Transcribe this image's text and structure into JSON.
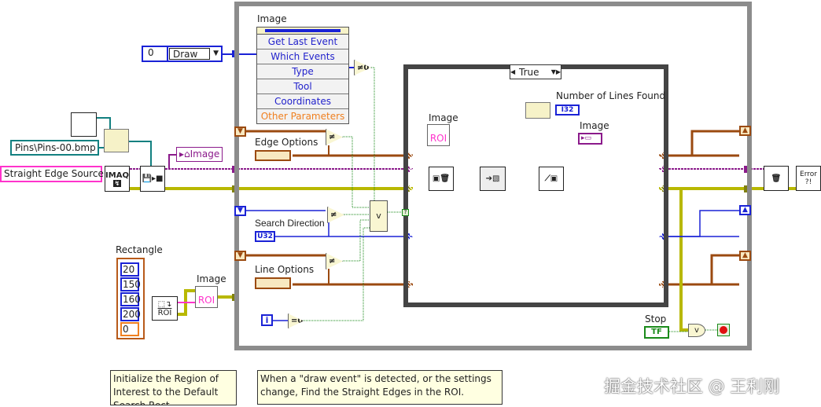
{
  "left": {
    "image_name_constant": "Straight Edge Source",
    "file_path_constant": "Pins\\Pins-00.bmp",
    "imaq_create_label": "IMAQ",
    "image_property_node": "Image",
    "enum_value": "0",
    "enum_text": "Draw",
    "rectangle_label": "Rectangle",
    "rectangle_values": [
      "20",
      "150",
      "160",
      "200",
      "0"
    ],
    "rect_to_roi_label": "ROI",
    "roi_node_label": "Image",
    "roi_text": "ROI",
    "iteration_terminal": "i",
    "eq_zero": "=0"
  },
  "property_node": {
    "label": "Image",
    "items": [
      "Get Last Event",
      "Which Events",
      "Type",
      "Tool",
      "Coordinates",
      "Other Parameters"
    ]
  },
  "loop": {
    "ne_zero": "≠0",
    "edge_options_label": "Edge Options",
    "search_direction_label": "Search Direction",
    "search_direction_type": "U32",
    "line_options_label": "Line Options",
    "not_equal": "≠",
    "or_label": "v",
    "stop_label": "Stop",
    "stop_const": "TF"
  },
  "case": {
    "selector": "True",
    "roi_node_label": "Image",
    "roi_text": "ROI",
    "lines_found_label": "Number of Lines Found",
    "lines_found_type": "I32",
    "image_indicator_label": "Image"
  },
  "right": {
    "error_label": "Error ?!"
  },
  "comments": [
    "Initialize the Region of Interest to the Default Search Rect",
    "When a \"draw event\" is detected, or the settings change, Find the Straight Edges in the ROI."
  ],
  "watermark": "掘金技术社区 @ 王利刚",
  "colors": {
    "image_wire": "#8b1a8b",
    "error_wire": "#b8b800",
    "cluster_wire": "#9b4a10",
    "numeric_wire": "#1a22d6",
    "bool_wire": "#1a8a1a",
    "roi_wire": "#ff33cc"
  }
}
